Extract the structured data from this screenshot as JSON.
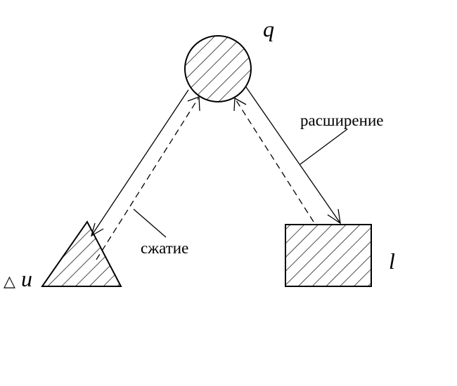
{
  "diagram": {
    "nodes": {
      "circle_label": "q",
      "triangle_label": "u",
      "triangle_symbol": "△",
      "rectangle_label": "l"
    },
    "arrows": {
      "solid_label": "расширение",
      "dashed_label": "сжатие"
    }
  }
}
